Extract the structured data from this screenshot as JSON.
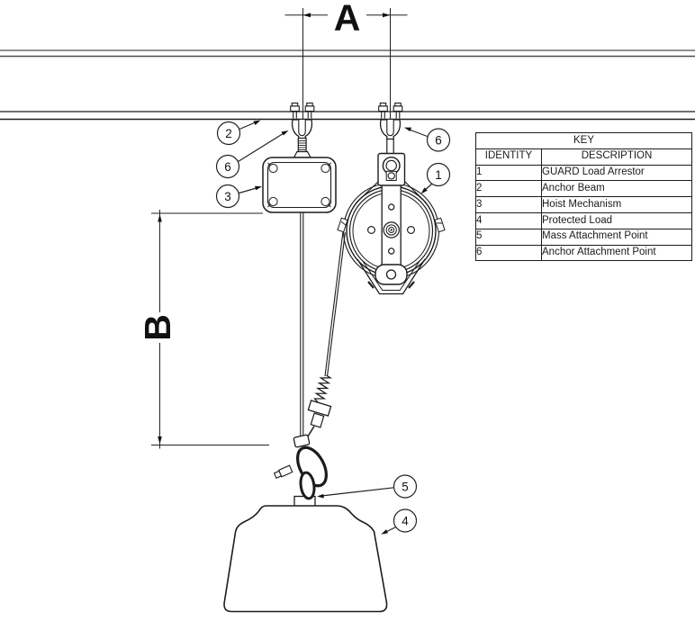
{
  "diagram": {
    "dimension_labels": {
      "a": "A",
      "b": "B"
    },
    "callouts": [
      "1",
      "2",
      "3",
      "4",
      "5",
      "6",
      "6"
    ]
  },
  "key_table": {
    "title": "KEY",
    "columns": [
      "IDENTITY",
      "DESCRIPTION"
    ],
    "rows": [
      {
        "identity": "1",
        "description": "GUARD Load Arrestor"
      },
      {
        "identity": "2",
        "description": "Anchor Beam"
      },
      {
        "identity": "3",
        "description": "Hoist Mechanism"
      },
      {
        "identity": "4",
        "description": "Protected Load"
      },
      {
        "identity": "5",
        "description": "Mass Attachment Point"
      },
      {
        "identity": "6",
        "description": "Anchor Attachment Point"
      }
    ]
  },
  "colors": {
    "line": "#1c1c1c",
    "background": "#ffffff"
  }
}
